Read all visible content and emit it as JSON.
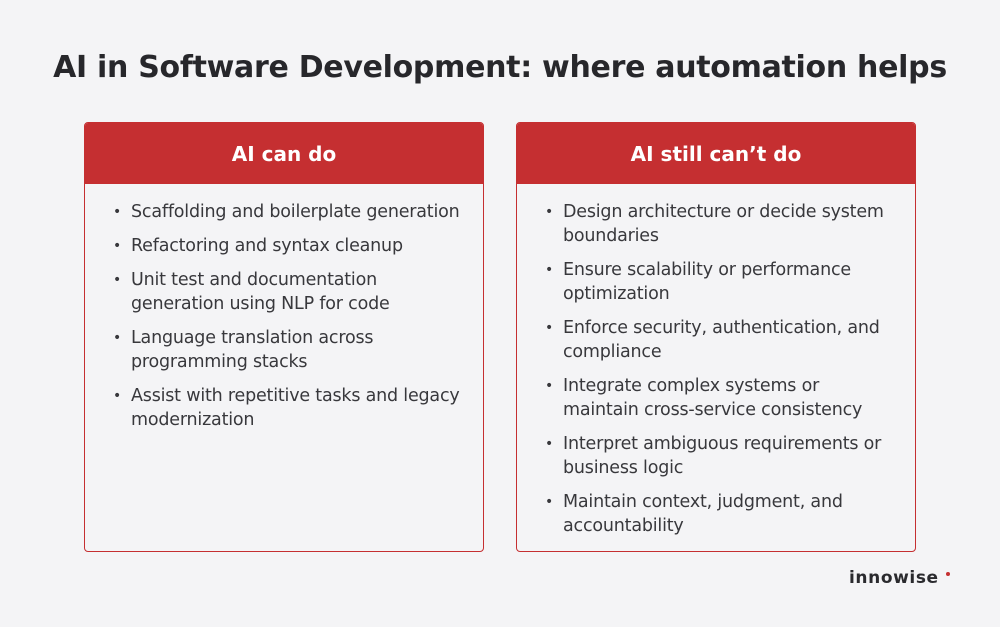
{
  "title": "AI in Software Development: where automation helps",
  "colors": {
    "accent": "#c52f31",
    "background": "#f4f4f6",
    "text": "#38383c"
  },
  "panels": {
    "can": {
      "header": "AI can do",
      "items": [
        "Scaffolding and boilerplate generation",
        "Refactoring and syntax cleanup",
        " Unit test and documentation generation using NLP for code",
        " Language translation across programming stacks",
        "Assist with repetitive tasks and legacy modernization"
      ]
    },
    "cannot": {
      "header": "AI still can’t do",
      "items": [
        "Design architecture or decide system boundaries",
        "Ensure scalability or performance optimization",
        " Enforce security, authentication, and compliance",
        "Integrate complex systems or maintain cross-service consistency",
        " Interpret ambiguous requirements or business logic",
        "Maintain context, judgment, and accountability"
      ]
    }
  },
  "logo": {
    "text": "innowise",
    "icon": "red-dot"
  }
}
